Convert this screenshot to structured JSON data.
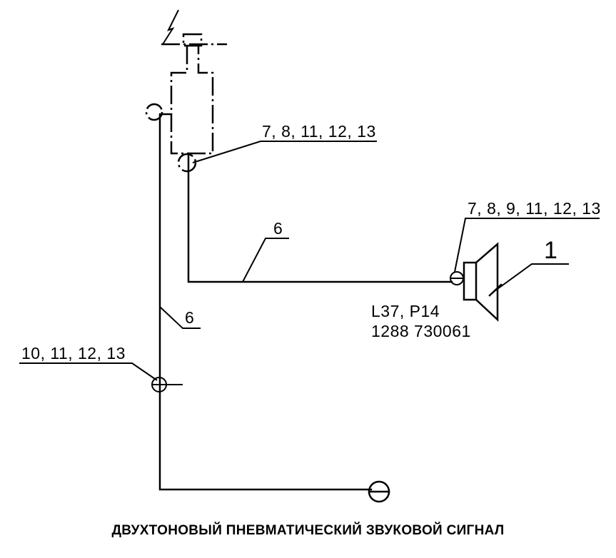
{
  "diagram": {
    "caption": "ДВУХТОНОВЫЙ ПНЕВМАТИЧЕСКИЙ ЗВУКОВОЙ СИГНАЛ",
    "callouts": {
      "valve_fittings": "7, 8, 11, 12, 13",
      "horn_fittings": "7, 8, 9, 11, 12, 13",
      "horn_item": "1",
      "upper_pipe": "6",
      "lower_pipe": "6",
      "tee_fittings": "10, 11, 12, 13"
    },
    "horn_ref": {
      "line1": "L37, P14",
      "line2": "1288  730061"
    }
  }
}
